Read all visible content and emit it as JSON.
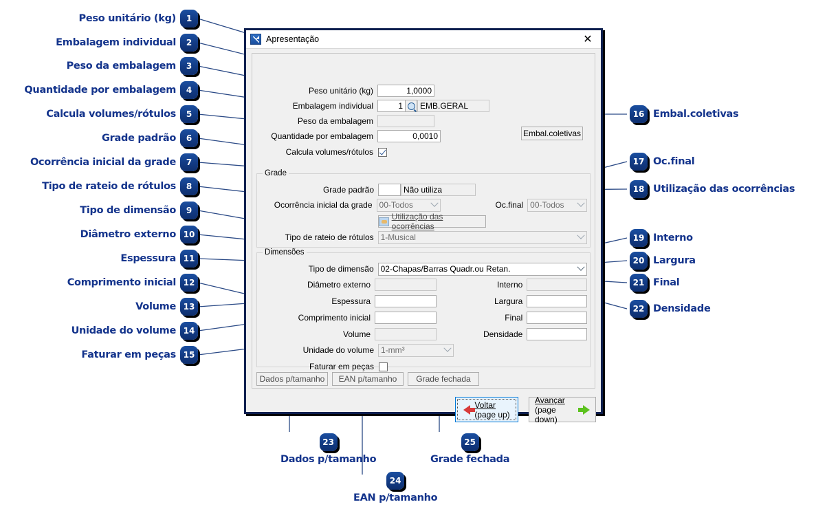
{
  "dialog": {
    "title": "Apresentação",
    "title_icon": "app-arrow-icon",
    "close_icon": "close-icon",
    "fields": {
      "peso_unitario_label": "Peso unitário (kg)",
      "peso_unitario_value": "1,0000",
      "embalagem_individual_label": "Embalagem individual",
      "embalagem_individual_code": "1",
      "embalagem_individual_desc": "EMB.GERAL",
      "embalagem_lookup_icon": "search-lookup-icon",
      "peso_embalagem_label": "Peso da embalagem",
      "peso_embalagem_value": "",
      "quantidade_label": "Quantidade por embalagem",
      "quantidade_value": "0,0010",
      "calcula_label": "Calcula volumes/rótulos",
      "calcula_checked": true,
      "embal_coletivas_button": "Embal.coletivas"
    },
    "grade": {
      "caption": "Grade",
      "grade_padrao_label": "Grade padrão",
      "grade_padrao_code": "",
      "grade_padrao_desc": "Não utiliza",
      "ocorrencia_label": "Ocorrência inicial da grade",
      "ocorrencia_value": "00-Todos",
      "oc_final_label": "Oc.final",
      "oc_final_value": "00-Todos",
      "utilizacao_button": "Utilização das ocorrências",
      "utilizacao_icon": "hand-pointer-icon",
      "tipo_rateio_label": "Tipo de rateio de rótulos",
      "tipo_rateio_value": "1-Musical"
    },
    "dimensoes": {
      "caption": "Dimensões",
      "tipo_dimensao_label": "Tipo de dimensão",
      "tipo_dimensao_value": "02-Chapas/Barras Quadr.ou Retan.",
      "diametro_externo_label": "Diâmetro externo",
      "diametro_externo_value": "",
      "interno_label": "Interno",
      "interno_value": "",
      "espessura_label": "Espessura",
      "espessura_value": "",
      "largura_label": "Largura",
      "largura_value": "",
      "comprimento_label": "Comprimento inicial",
      "comprimento_value": "",
      "final_label": "Final",
      "final_value": "",
      "volume_label": "Volume",
      "volume_value": "",
      "densidade_label": "Densidade",
      "densidade_value": "",
      "unidade_volume_label": "Unidade do volume",
      "unidade_volume_value": "1-mm³",
      "faturar_label": "Faturar em peças",
      "faturar_checked": false
    },
    "bottom_buttons": {
      "dados": "Dados p/tamanho",
      "ean": "EAN p/tamanho",
      "grade_fechada": "Grade fechada"
    },
    "nav": {
      "back_title": "Voltar",
      "back_sub": "(page up)",
      "back_icon": "arrow-left-red-icon",
      "forward_title": "Avançar",
      "forward_sub": "(page down)",
      "forward_icon": "arrow-right-green-icon"
    }
  },
  "colors": {
    "callout_text": "#14348c",
    "badge_fill": "#123a83",
    "dialog_border": "#0d1f4f",
    "leader_line": "#2b4a86"
  },
  "callouts": [
    {
      "n": "1",
      "text": "Peso unitário (kg)"
    },
    {
      "n": "2",
      "text": "Embalagem individual"
    },
    {
      "n": "3",
      "text": "Peso da embalagem"
    },
    {
      "n": "4",
      "text": "Quantidade por embalagem"
    },
    {
      "n": "5",
      "text": "Calcula volumes/rótulos"
    },
    {
      "n": "6",
      "text": "Grade padrão"
    },
    {
      "n": "7",
      "text": "Ocorrência inicial da grade"
    },
    {
      "n": "8",
      "text": "Tipo de rateio de rótulos"
    },
    {
      "n": "9",
      "text": "Tipo de dimensão"
    },
    {
      "n": "10",
      "text": "Diâmetro externo"
    },
    {
      "n": "11",
      "text": "Espessura"
    },
    {
      "n": "12",
      "text": "Comprimento inicial"
    },
    {
      "n": "13",
      "text": "Volume"
    },
    {
      "n": "14",
      "text": "Unidade do volume"
    },
    {
      "n": "15",
      "text": "Faturar em peças"
    },
    {
      "n": "16",
      "text": "Embal.coletivas"
    },
    {
      "n": "17",
      "text": "Oc.final"
    },
    {
      "n": "18",
      "text": "Utilização das ocorrências"
    },
    {
      "n": "19",
      "text": "Interno"
    },
    {
      "n": "20",
      "text": "Largura"
    },
    {
      "n": "21",
      "text": "Final"
    },
    {
      "n": "22",
      "text": "Densidade"
    },
    {
      "n": "23",
      "text": "Dados p/tamanho"
    },
    {
      "n": "24",
      "text": "EAN p/tamanho"
    },
    {
      "n": "25",
      "text": "Grade fechada"
    }
  ]
}
